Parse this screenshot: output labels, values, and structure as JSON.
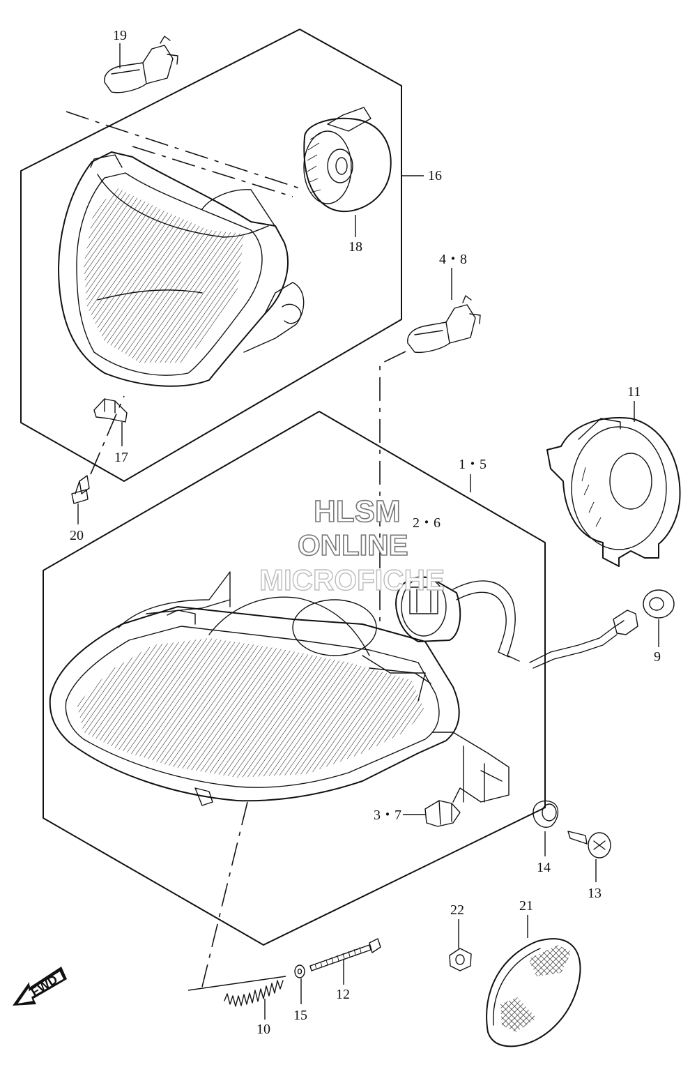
{
  "watermark": {
    "line1": "HLSM",
    "line2": "ONLINE",
    "line3": "MICROFICHE"
  },
  "direction_arrow": {
    "label": "FWD"
  },
  "callouts": {
    "c19": "19",
    "c16": "16",
    "c18": "18",
    "c4_8": "4・8",
    "c11": "11",
    "c1_5": "1・5",
    "c17": "17",
    "c20": "20",
    "c2_6": "2・6",
    "c9": "9",
    "c3_7": "3・7",
    "c14": "14",
    "c13": "13",
    "c22": "22",
    "c21": "21",
    "c12": "12",
    "c15": "15",
    "c10": "10"
  }
}
